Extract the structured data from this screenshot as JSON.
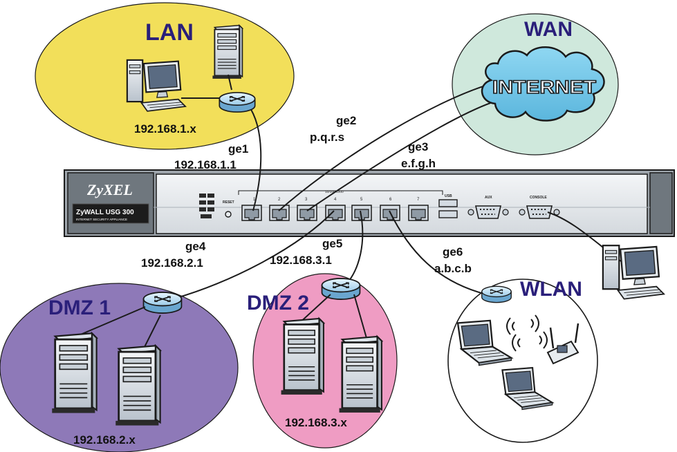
{
  "zones": {
    "lan": {
      "title": "LAN",
      "subnet": "192.168.1.x",
      "color": "#f2df5a"
    },
    "wan": {
      "title": "WAN",
      "cloud_text": "INTERNET",
      "color": "#cfe8dc"
    },
    "dmz1": {
      "title": "DMZ 1",
      "subnet": "192.168.2.x",
      "color": "#8e79b8"
    },
    "dmz2": {
      "title": "DMZ 2",
      "subnet": "192.168.3.x",
      "color": "#ef9cc3"
    },
    "wlan": {
      "title": "WLAN",
      "color": "#ffffff"
    }
  },
  "title_color": "#2a1f7a",
  "ports": {
    "ge1": {
      "name": "ge1",
      "ip": "192.168.1.1"
    },
    "ge2": {
      "name": "ge2",
      "ip": "p.q.r.s"
    },
    "ge3": {
      "name": "ge3",
      "ip": "e.f.g.h"
    },
    "ge4": {
      "name": "ge4",
      "ip": "192.168.2.1"
    },
    "ge5": {
      "name": "ge5",
      "ip": "192.168.3.1"
    },
    "ge6": {
      "name": "ge6",
      "ip": "a.b.c.b"
    }
  },
  "device": {
    "brand": "ZyXEL",
    "model": "ZyWALL USG 300",
    "model_sub": "INTERNET SECURITY APPLIANCE",
    "port_group_label": "10/100/1000",
    "port_numbers": [
      "1",
      "2",
      "3",
      "4",
      "5",
      "6",
      "7"
    ],
    "reset_label": "RESET",
    "usb_label": "USB",
    "aux_label": "AUX",
    "console_label": "CONSOLE"
  }
}
